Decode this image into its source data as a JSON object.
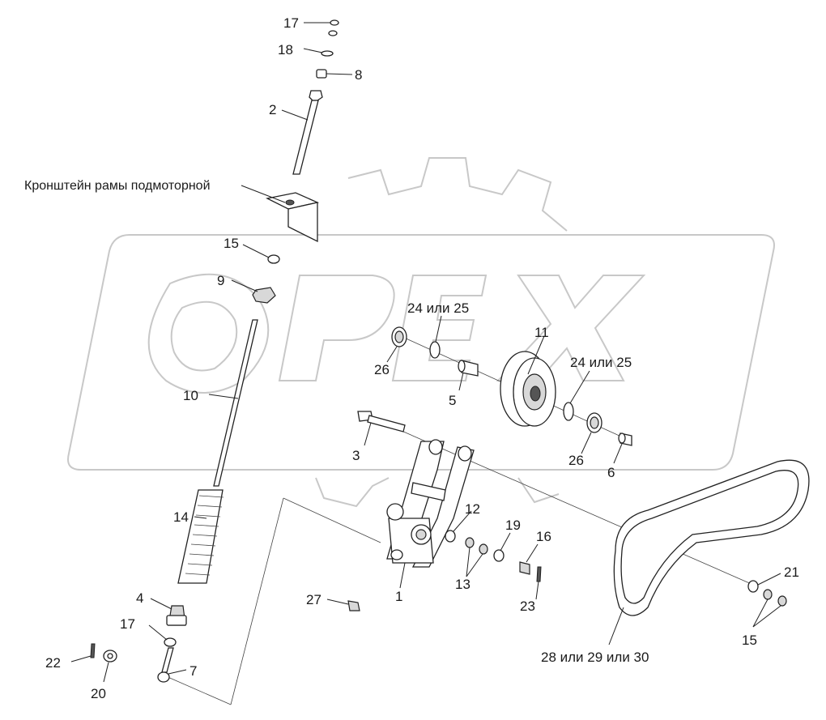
{
  "diagram": {
    "bracket_label": "Кронштейн рамы подмоторной",
    "callouts": [
      {
        "id": "c17a",
        "text": "17"
      },
      {
        "id": "c18",
        "text": "18"
      },
      {
        "id": "c8",
        "text": "8"
      },
      {
        "id": "c2",
        "text": "2"
      },
      {
        "id": "c15a",
        "text": "15"
      },
      {
        "id": "c9",
        "text": "9"
      },
      {
        "id": "c24a",
        "text": "24 или 25"
      },
      {
        "id": "c11",
        "text": "11"
      },
      {
        "id": "c24b",
        "text": "24 или 25"
      },
      {
        "id": "c26a",
        "text": "26"
      },
      {
        "id": "c5",
        "text": "5"
      },
      {
        "id": "c10",
        "text": "10"
      },
      {
        "id": "c3",
        "text": "3"
      },
      {
        "id": "c26b",
        "text": "26"
      },
      {
        "id": "c6",
        "text": "6"
      },
      {
        "id": "c14",
        "text": "14"
      },
      {
        "id": "c12",
        "text": "12"
      },
      {
        "id": "c19",
        "text": "19"
      },
      {
        "id": "c16",
        "text": "16"
      },
      {
        "id": "c13",
        "text": "13"
      },
      {
        "id": "c23",
        "text": "23"
      },
      {
        "id": "c21",
        "text": "21"
      },
      {
        "id": "c4",
        "text": "4"
      },
      {
        "id": "c27",
        "text": "27"
      },
      {
        "id": "c1",
        "text": "1"
      },
      {
        "id": "c17b",
        "text": "17"
      },
      {
        "id": "c15b",
        "text": "15"
      },
      {
        "id": "c7",
        "text": "7"
      },
      {
        "id": "c22",
        "text": "22"
      },
      {
        "id": "c20",
        "text": "20"
      },
      {
        "id": "c28",
        "text": "28 или 29 или 30"
      }
    ]
  },
  "watermark": {
    "logo": "OPEX-watermark"
  }
}
